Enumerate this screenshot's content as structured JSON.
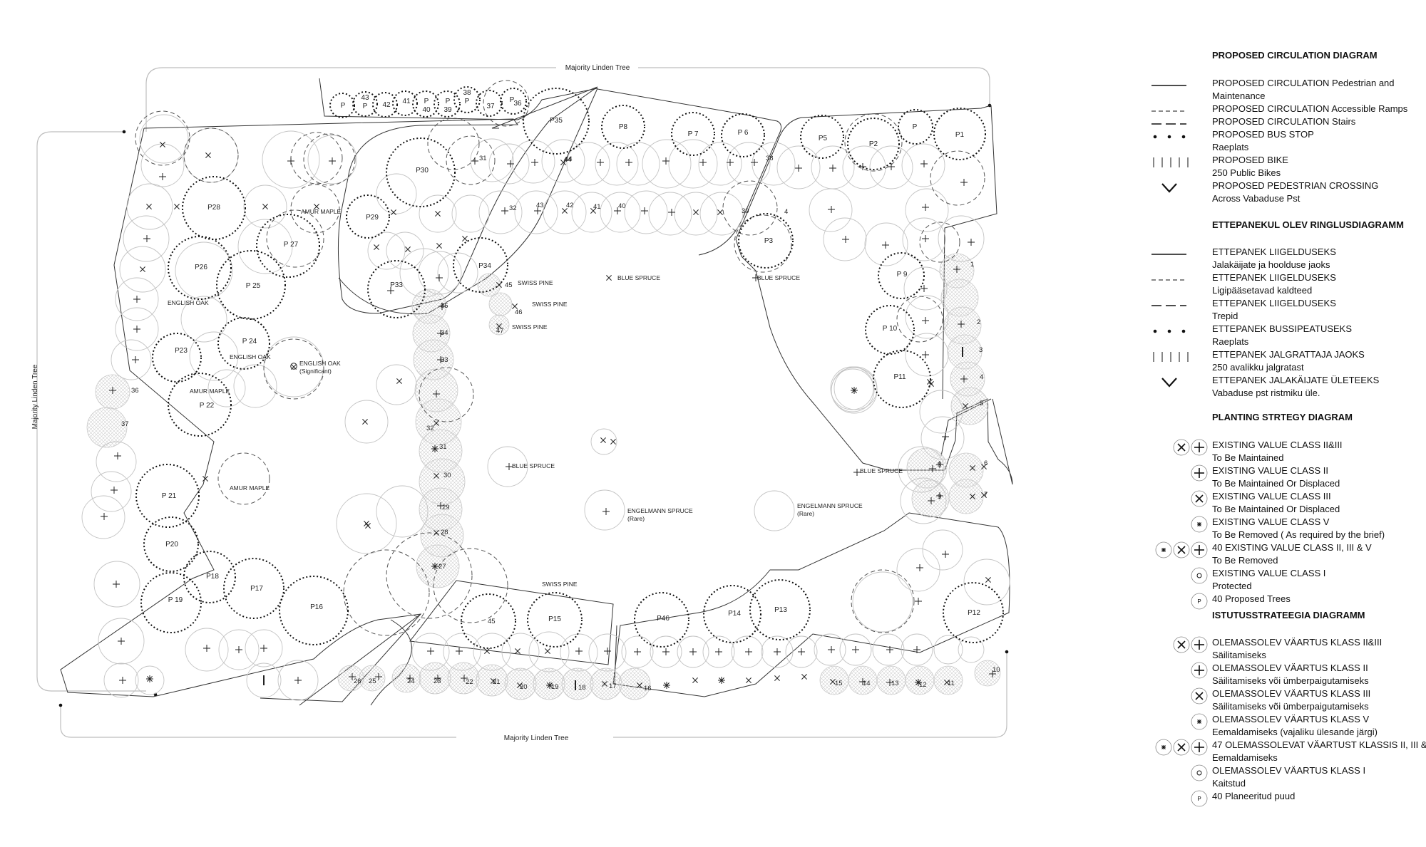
{
  "site_labels": {
    "top": "Majority Linden Tree",
    "bottom": "Majority Linden Tree",
    "left": "Majority Linden Tree"
  },
  "species_labels": [
    "AMUR MAPLE",
    "ENGLISH OAK",
    "ENGLISH OAK",
    "ENGLISH OAK",
    "(Significant)",
    "AMUR MAPLE",
    "AMUR MAPLE",
    "SWISS PINE",
    "SWISS PINE",
    "SWISS PINE",
    "BLUE SPRUCE",
    "BLUE SPRUCE",
    "BLUE SPRUCE",
    "BLUE SPRUCE",
    "ENGELMANN SPRUCE",
    "(Rare)",
    "ENGELMANN SPRUCE",
    "(Rare)",
    "SWISS PINE"
  ],
  "proposed_trees": [
    "P",
    "43",
    "P",
    "42",
    "41",
    "P",
    "40",
    "P",
    "39",
    "38",
    "P",
    "37",
    "P",
    "36",
    "44",
    "P35",
    "P8",
    "P 7",
    "P 6",
    "P5",
    "P2",
    "P",
    "P1",
    "P28",
    "P 27",
    "P26",
    "P 25",
    "P 24",
    "P23",
    "P 22",
    "P30",
    "P29",
    "P33",
    "P34",
    "P3",
    "P 9",
    "P 10",
    "P11",
    "P 21",
    "P20",
    "P18",
    "P 19",
    "P17",
    "P16",
    "P15",
    "P46",
    "P14",
    "P13",
    "P12"
  ],
  "existing_numbers": [
    "31",
    "32",
    "43",
    "42",
    "41",
    "40",
    "44",
    "38",
    "39",
    "4",
    "45",
    "46",
    "47",
    "35",
    "34",
    "33",
    "32",
    "31",
    "30",
    "29",
    "28",
    "27",
    "36",
    "37",
    "1",
    "2",
    "3",
    "4",
    "5",
    "6",
    "7",
    "8",
    "9",
    "10",
    "26",
    "25",
    "24",
    "23",
    "22",
    "21",
    "20",
    "19",
    "18",
    "17",
    "16",
    "15",
    "14",
    "13",
    "12",
    "11",
    "45"
  ],
  "legend": {
    "circulation_en": {
      "heading": "PROPOSED CIRCULATION DIAGRAM",
      "items": [
        {
          "symbol": "solid-line",
          "lines": [
            "PROPOSED CIRCULATION  Pedestrian and",
            "Maintenance"
          ]
        },
        {
          "symbol": "dashed-line",
          "lines": [
            "PROPOSED CIRCULATION  Accessible Ramps"
          ]
        },
        {
          "symbol": "long-dash-line",
          "lines": [
            "PROPOSED CIRCULATION  Stairs"
          ]
        },
        {
          "symbol": "dots",
          "lines": [
            "PROPOSED BUS STOP",
            "Raeplats"
          ]
        },
        {
          "symbol": "vertical-ticks",
          "lines": [
            "PROPOSED BIKE",
            "250 Public Bikes"
          ]
        },
        {
          "symbol": "chevron",
          "lines": [
            "PROPOSED PEDESTRIAN CROSSING",
            "Across Vabaduse Pst"
          ]
        }
      ]
    },
    "circulation_et": {
      "heading": "ETTEPANEKUL OLEV RINGLUSDIAGRAMM",
      "items": [
        {
          "symbol": "solid-line",
          "lines": [
            "ETTEPANEK LIIGELDUSEKS",
            "Jalakäijate ja hoolduse jaoks"
          ]
        },
        {
          "symbol": "dashed-line",
          "lines": [
            "ETTEPANEK LIIGELDUSEKS",
            "Ligipääsetavad kaldteed"
          ]
        },
        {
          "symbol": "long-dash-line",
          "lines": [
            "ETTEPANEK LIIGELDUSEKS",
            "Trepid"
          ]
        },
        {
          "symbol": "dots",
          "lines": [
            "ETTEPANEK BUSSIPEATUSEKS",
            "Raeplats"
          ]
        },
        {
          "symbol": "vertical-ticks",
          "lines": [
            "ETTEPANEK JALGRATTAJA JAOKS",
            "250 avalikku jalgratast"
          ]
        },
        {
          "symbol": "chevron",
          "lines": [
            "ETTEPANEK JALAKÄIJATE ÜLETEEKS",
            "Vabaduse pst ristmiku üle."
          ]
        }
      ]
    },
    "planting_en": {
      "heading": "PLANTING STRTEGY DIAGRAM",
      "items": [
        {
          "symbol": "x-plus",
          "lines": [
            "EXISTING VALUE CLASS II&III",
            "To Be Maintained"
          ]
        },
        {
          "symbol": "plus",
          "lines": [
            "EXISTING VALUE CLASS II",
            "To Be Maintained Or Displaced"
          ]
        },
        {
          "symbol": "x",
          "lines": [
            "EXISTING VALUE CLASS III",
            "To Be Maintained Or Displaced"
          ]
        },
        {
          "symbol": "asterisk",
          "lines": [
            "EXISTING VALUE CLASS V",
            "To Be Removed ( As required by the brief)"
          ]
        },
        {
          "symbol": "ast-x-plus",
          "lines": [
            "40 EXISTING VALUE CLASS II, III & V",
            "To Be Removed"
          ]
        },
        {
          "symbol": "o",
          "lines": [
            "EXISTING VALUE CLASS I",
            "Protected"
          ]
        },
        {
          "symbol": "p",
          "lines": [
            "40 Proposed Trees"
          ]
        }
      ]
    },
    "planting_et": {
      "heading": "ISTUTUSSTRATEEGIA DIAGRAMM",
      "items": [
        {
          "symbol": "x-plus",
          "lines": [
            "OLEMASSOLEV VÄARTUS KLASS II&III",
            "Säilitamiseks"
          ]
        },
        {
          "symbol": "plus",
          "lines": [
            "OLEMASSOLEV VÄARTUS KLASS II",
            "Säilitamiseks või ümberpaigutamiseks"
          ]
        },
        {
          "symbol": "x",
          "lines": [
            "OLEMASSOLEV VÄARTUS KLASS III",
            "Säilitamiseks või ümberpaigutamiseks"
          ]
        },
        {
          "symbol": "asterisk",
          "lines": [
            "OLEMASSOLEV VÄARTUS KLASS V",
            "Eemaldamiseks (vajaliku ülesande järgi)"
          ]
        },
        {
          "symbol": "ast-x-plus",
          "lines": [
            "47 OLEMASSOLEVAT VÄARTUST KLASSIS II, III &",
            "Eemaldamiseks"
          ]
        },
        {
          "symbol": "o",
          "lines": [
            "OLEMASSOLEV VÄARTUS KLASS I",
            "Kaitstud"
          ]
        },
        {
          "symbol": "p",
          "lines": [
            "40 Planeeritud puud"
          ]
        }
      ]
    }
  }
}
